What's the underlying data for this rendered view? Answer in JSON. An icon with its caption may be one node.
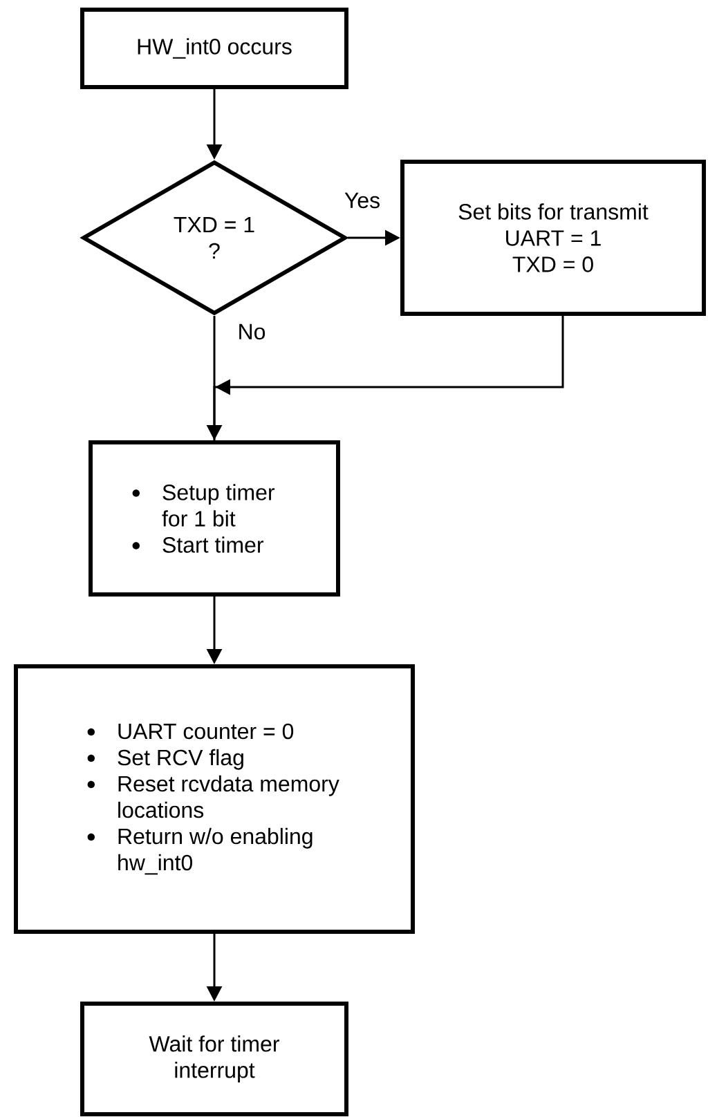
{
  "diagram": {
    "nodes": [
      {
        "text": [
          "HW_int0 occurs"
        ]
      },
      {
        "text": [
          "TXD = 1 ?"
        ]
      },
      {
        "text": [
          "Set bits for transmit",
          "UART = 1",
          "TXD = 0"
        ]
      },
      {
        "text": [
          "Setup timer for 1 bit",
          "Start timer"
        ]
      },
      {
        "text": [
          "UART counter = 0",
          "Set RCV flag",
          "Reset rcvdata memory locations",
          "Return w/o enabling hw_int0"
        ]
      },
      {
        "text": [
          "Wait for timer interrupt"
        ]
      }
    ],
    "edges": [
      {
        "from": 0,
        "to": 1,
        "arrow": "to"
      },
      {
        "from": 1,
        "to": 2,
        "arrow": "to",
        "label": "Yes"
      },
      {
        "from": 1,
        "to": 3,
        "arrow": "to",
        "label": "No"
      },
      {
        "from": 2,
        "to": 3,
        "arrow": "to"
      },
      {
        "from": 3,
        "to": 4,
        "arrow": "to"
      },
      {
        "from": 4,
        "to": 5,
        "arrow": "to"
      }
    ]
  }
}
